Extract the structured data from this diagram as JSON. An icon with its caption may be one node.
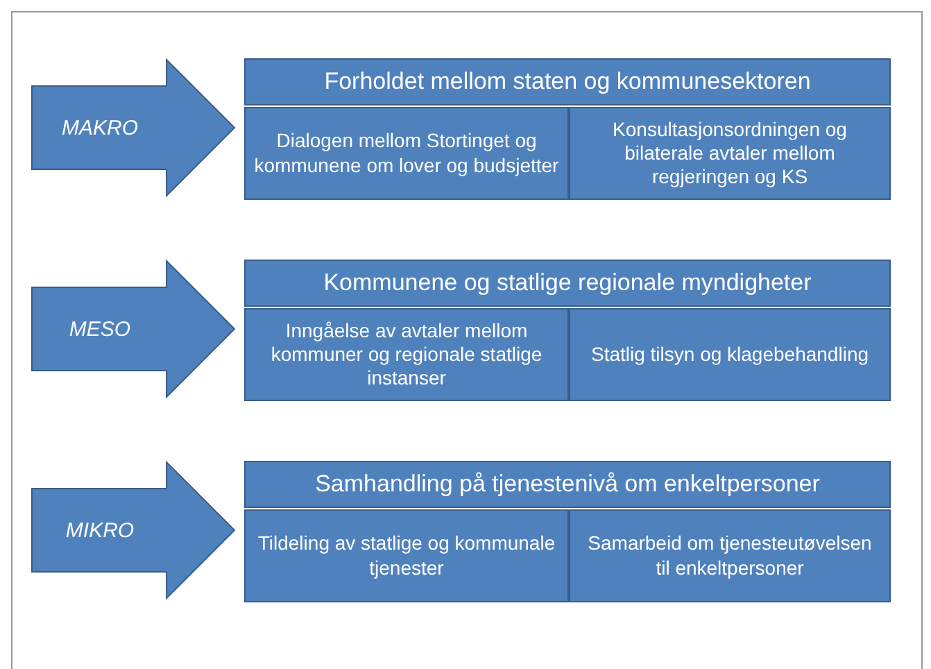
{
  "diagram": {
    "nodes": [
      {
        "text": [
          "MAKRO"
        ]
      },
      {
        "text": [
          "Forholdet mellom staten og kommunesektoren"
        ]
      },
      {
        "text": [
          "Dialogen mellom Stortinget og kommunene om lover og budsjetter"
        ]
      },
      {
        "text": [
          "Konsultasjonsordningen og bilaterale avtaler mellom regjeringen og KS"
        ]
      },
      {
        "text": [
          "MESO"
        ]
      },
      {
        "text": [
          "Kommunene og statlige regionale myndigheter"
        ]
      },
      {
        "text": [
          "Inngåelse av avtaler mellom kommuner og regionale statlige instanser"
        ]
      },
      {
        "text": [
          "Statlig tilsyn og klagebehandling"
        ]
      },
      {
        "text": [
          "MIKRO"
        ]
      },
      {
        "text": [
          "Samhandling på tjenestenivå om enkeltpersoner"
        ]
      },
      {
        "text": [
          "Tildeling av statlige og kommunale tjenester"
        ]
      },
      {
        "text": [
          "Samarbeid om tjenesteutøvelsen til enkeltpersoner"
        ]
      }
    ]
  }
}
